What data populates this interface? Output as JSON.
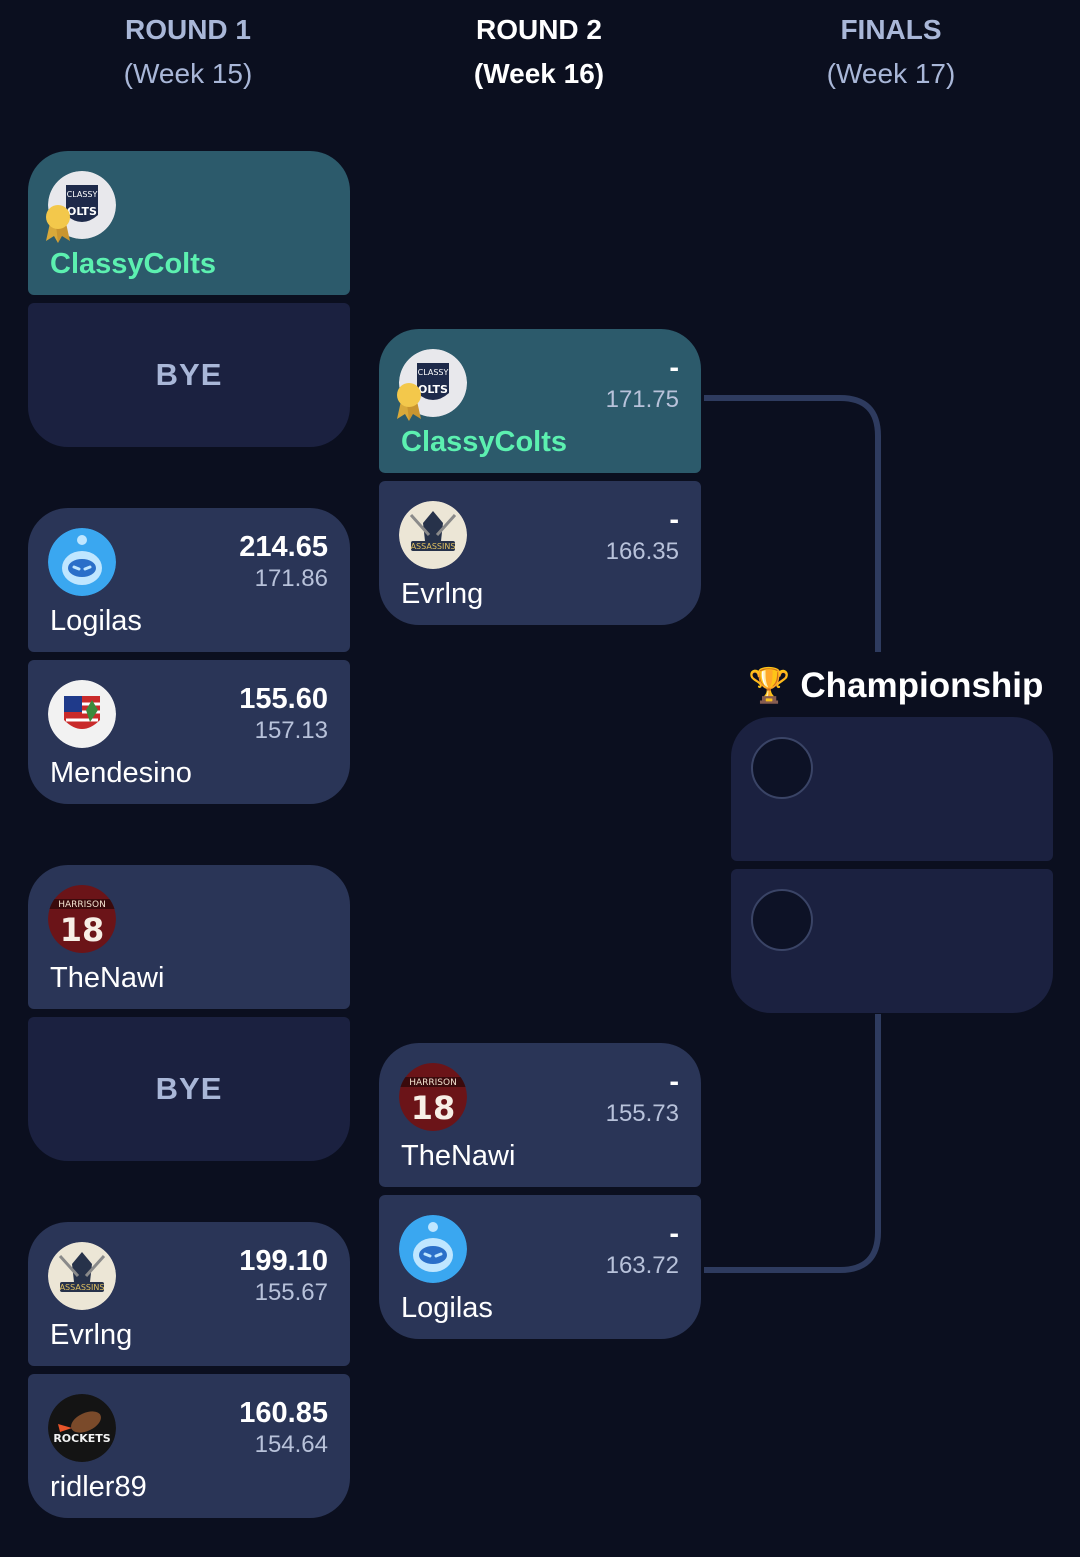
{
  "rounds": [
    {
      "title": "ROUND 1",
      "week": "(Week 15)"
    },
    {
      "title": "ROUND 2",
      "week": "(Week 16)"
    },
    {
      "title": "FINALS",
      "week": "(Week 17)"
    }
  ],
  "round1": {
    "m1": {
      "team": "ClassyColts",
      "bye": "BYE"
    },
    "m2": {
      "t1": {
        "name": "Logilas",
        "score": "214.65",
        "proj": "171.86"
      },
      "t2": {
        "name": "Mendesino",
        "score": "155.60",
        "proj": "157.13"
      }
    },
    "m3": {
      "team": "TheNawi",
      "bye": "BYE"
    },
    "m4": {
      "t1": {
        "name": "Evrlng",
        "score": "199.10",
        "proj": "155.67"
      },
      "t2": {
        "name": "ridler89",
        "score": "160.85",
        "proj": "154.64"
      }
    }
  },
  "round2": {
    "m1": {
      "t1": {
        "name": "ClassyColts",
        "score": "-",
        "proj": "171.75"
      },
      "t2": {
        "name": "Evrlng",
        "score": "-",
        "proj": "166.35"
      }
    },
    "m2": {
      "t1": {
        "name": "TheNawi",
        "score": "-",
        "proj": "155.73"
      },
      "t2": {
        "name": "Logilas",
        "score": "-",
        "proj": "163.72"
      }
    }
  },
  "finals": {
    "title": "Championship"
  },
  "icons": {
    "classycolts": "classycolts-logo",
    "logilas": "blue-robot-avatar",
    "mendesino": "flag-shield-logo",
    "thenawi": "jersey-18-avatar",
    "evrlng": "assassins-logo",
    "ridler89": "rockets-logo",
    "winner": "winner-ribbon-icon",
    "trophy": "trophy-icon"
  },
  "colors": {
    "background": "#0b0f1f",
    "card": "#2a3557",
    "card_winner": "#2c5a6b",
    "card_empty": "#1b2140",
    "winner_name": "#5cf0b0",
    "connector": "#2e3b5f"
  }
}
